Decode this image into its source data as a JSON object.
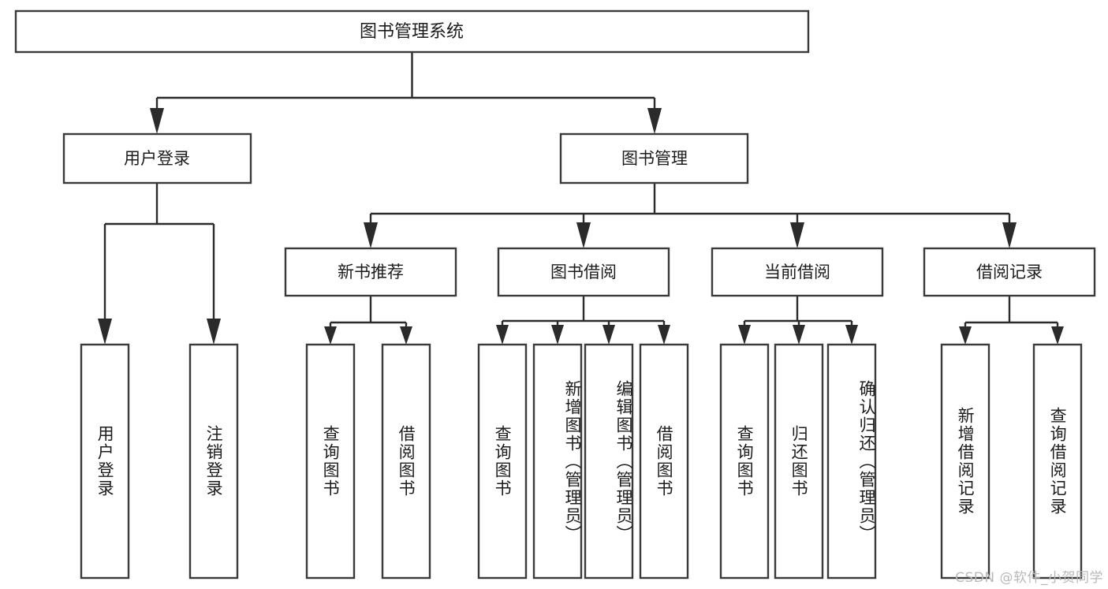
{
  "diagram": {
    "title": "图书管理系统",
    "type": "tree-hierarchy",
    "orientation": "top-down",
    "colors": {
      "box_border": "#3a3a3a",
      "connector": "#2b2b2b",
      "box_fill": "#ffffff",
      "text": "#1c1c1c",
      "background": "#ffffff",
      "watermark": "#b9b9b9"
    },
    "root": {
      "label": "图书管理系统"
    },
    "level2": [
      {
        "label": "用户登录"
      },
      {
        "label": "图书管理"
      }
    ],
    "level3": [
      {
        "label": "新书推荐"
      },
      {
        "label": "图书借阅"
      },
      {
        "label": "当前借阅"
      },
      {
        "label": "借阅记录"
      }
    ],
    "leaves": [
      {
        "label": "用户登录",
        "parent": "用户登录"
      },
      {
        "label": "注销登录",
        "parent": "用户登录"
      },
      {
        "label": "查询图书",
        "parent": "新书推荐"
      },
      {
        "label": "借阅图书",
        "parent": "新书推荐"
      },
      {
        "label": "查询图书",
        "parent": "图书借阅"
      },
      {
        "label": "新增图书（管理员）",
        "parent": "图书借阅"
      },
      {
        "label": "编辑图书（管理员）",
        "parent": "图书借阅"
      },
      {
        "label": "借阅图书",
        "parent": "图书借阅"
      },
      {
        "label": "查询图书",
        "parent": "当前借阅"
      },
      {
        "label": "归还图书",
        "parent": "当前借阅"
      },
      {
        "label": "确认归还（管理员）",
        "parent": "当前借阅"
      },
      {
        "label": "新增借阅记录",
        "parent": "借阅记录"
      },
      {
        "label": "查询借阅记录",
        "parent": "借阅记录"
      }
    ]
  },
  "watermark": {
    "text": "CSDN @软件_小贺同学"
  }
}
